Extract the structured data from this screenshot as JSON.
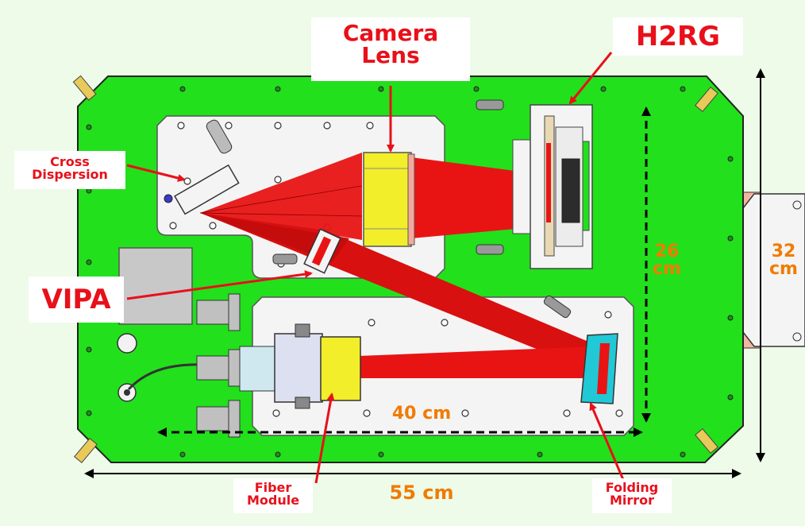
{
  "labels": {
    "camera_lens_1": "Camera",
    "camera_lens_2": "Lens",
    "h2rg": "H2RG",
    "cross_dispersion_1": "Cross",
    "cross_dispersion_2": "Dispersion",
    "vipa": "VIPA",
    "fiber_module_1": "Fiber",
    "fiber_module_2": "Module",
    "folding_mirror_1": "Folding",
    "folding_mirror_2": "Mirror"
  },
  "dimensions": {
    "width_inner": "40 cm",
    "width_outer": "55 cm",
    "height_inner_1": "26",
    "height_inner_2": "cm",
    "height_outer_1": "32",
    "height_outer_2": "cm"
  },
  "colors": {
    "plate": "#22e01c",
    "beam": "#e81414",
    "lens": "#f2ee2a",
    "mirror": "#21c8d6",
    "annotation": "#e8101a",
    "dimension_text": "#f07b00"
  }
}
